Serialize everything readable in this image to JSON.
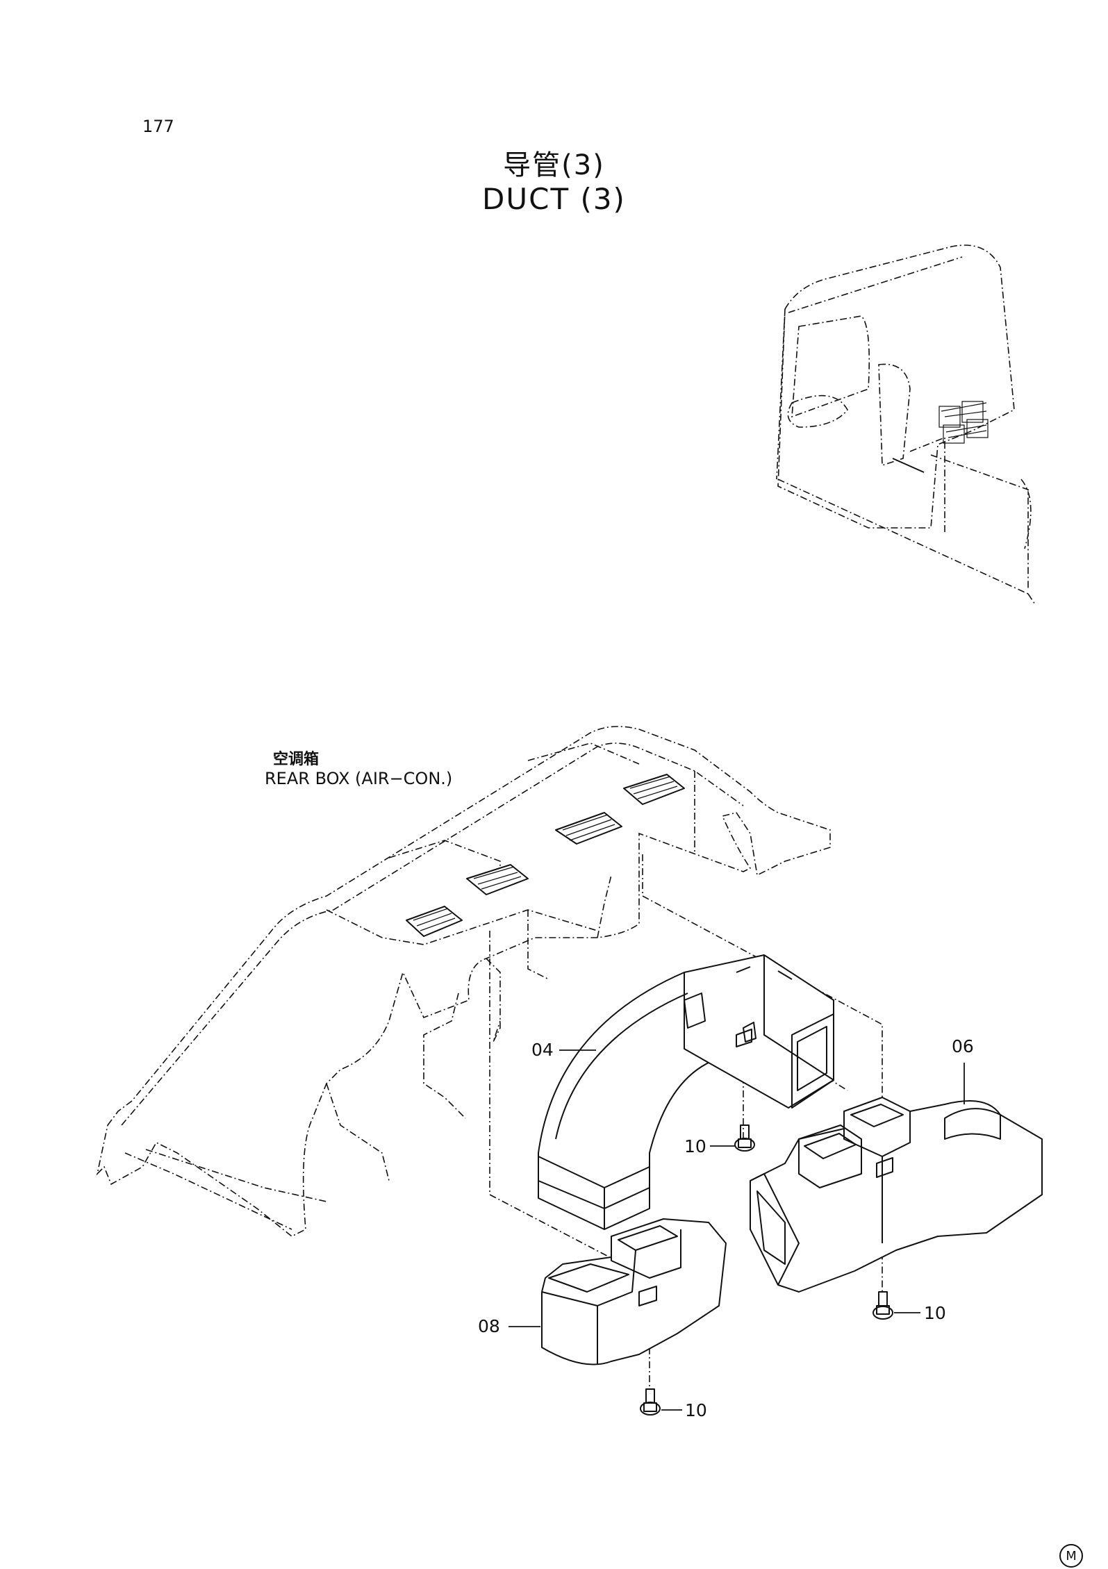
{
  "page": {
    "number": "177",
    "title_cn": "导管(3)",
    "title_en": "DUCT  (3)",
    "mark": "M"
  },
  "labels": {
    "rear_box_cn": "空调箱",
    "rear_box_en": "REAR BOX (AIR−CON.)"
  },
  "callouts": [
    {
      "id": "04",
      "text": "04"
    },
    {
      "id": "06",
      "text": "06"
    },
    {
      "id": "08",
      "text": "08"
    },
    {
      "id": "10a",
      "text": "10"
    },
    {
      "id": "10b",
      "text": "10"
    },
    {
      "id": "10c",
      "text": "10"
    }
  ]
}
